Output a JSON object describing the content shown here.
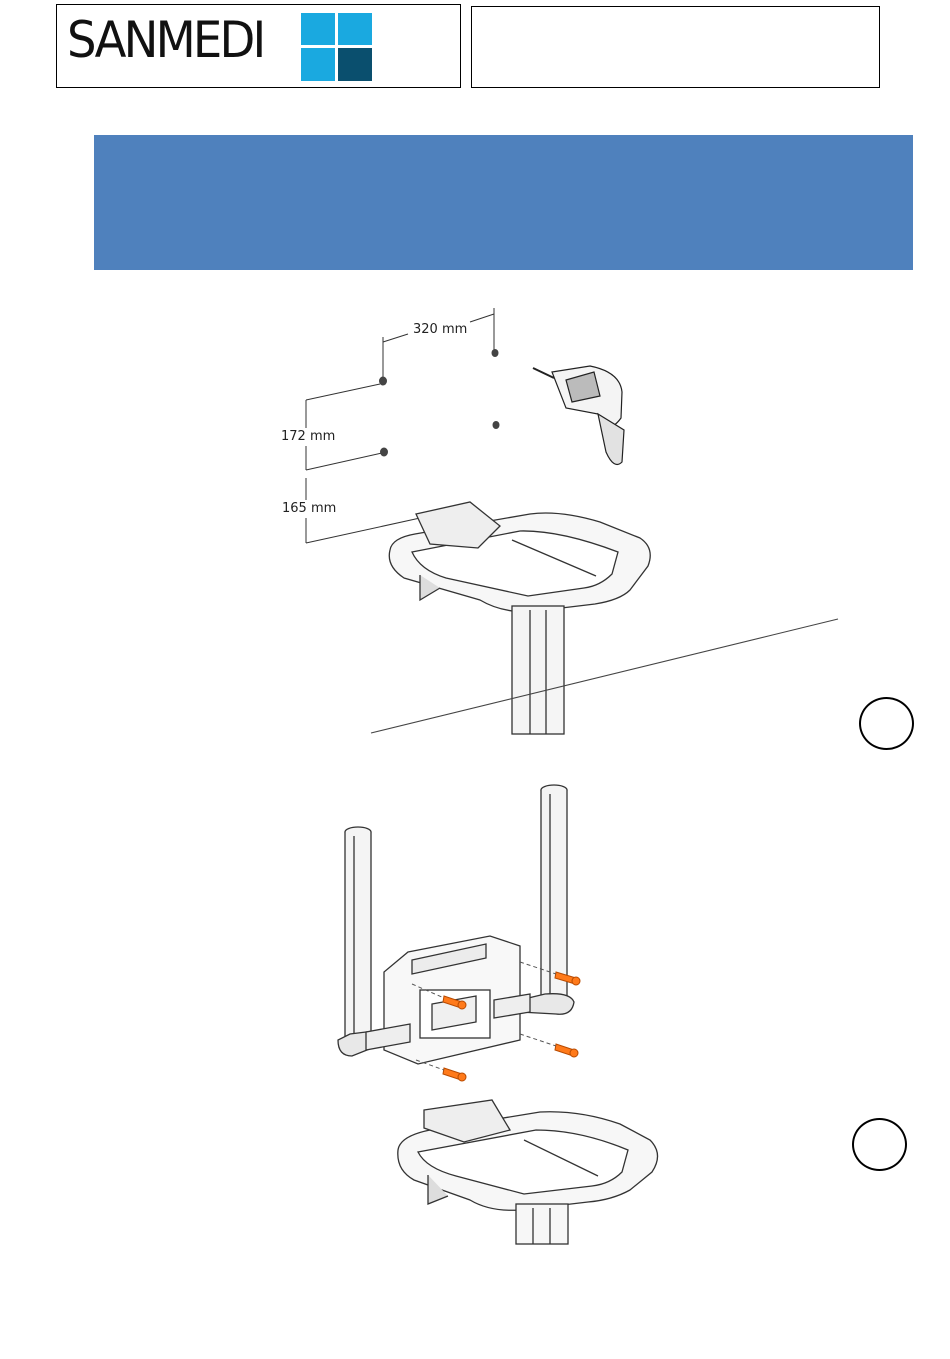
{
  "header": {
    "logo_text": "SANMEDI",
    "brand_colors": {
      "light": "#1aa9e0",
      "dark": "#0a4f6e",
      "banner": "#4f81bd"
    }
  },
  "figure1": {
    "dim_horizontal": "320 mm",
    "dim_upper": "172 mm",
    "dim_lower": "165 mm"
  },
  "icons": [
    "drill-icon",
    "screw-icon",
    "wall-bracket-icon",
    "pole-icon"
  ]
}
